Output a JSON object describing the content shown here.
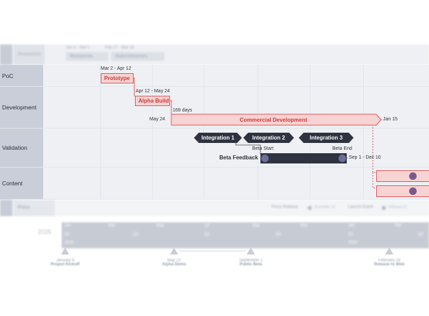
{
  "header": {
    "resources_label": "Resources",
    "date_range_1": "Jan 4 - Mar 1",
    "date_range_2": "Feb 27 - Mar 16",
    "chip_1": "Resources",
    "chip_2": "Subcontractors"
  },
  "lanes": [
    {
      "label": "PoC"
    },
    {
      "label": "Development"
    },
    {
      "label": "Validation"
    },
    {
      "label": "Content"
    }
  ],
  "tasks": {
    "prototype": {
      "label": "Prototype",
      "dates": "Mar 2 - Apr 12"
    },
    "alpha_build": {
      "label": "Alpha Build",
      "dates": "Apr 12 - May 24"
    },
    "commercial": {
      "label": "Commercial Development",
      "duration": "169 days",
      "start": "May 24",
      "end": "Jan 15"
    },
    "integration_1": "Integration 1",
    "integration_2": "Integration 2",
    "integration_3": "Integration 3",
    "beta_feedback": {
      "label": "Beta Feedback",
      "start": "Beta Start",
      "end": "Beta End",
      "dates": "Sep 1 - Dec 10"
    }
  },
  "press_lane": {
    "label": "Press",
    "press_release": "Press Release",
    "press_release_date": "November 16",
    "launch_event": "Launch Event",
    "launch_event_date": "February 22"
  },
  "timescale": {
    "year_label": "2025",
    "months": [
      "Jan",
      "Mar",
      "May",
      "Jul",
      "Sep",
      "Nov",
      "Jan",
      "Mar"
    ],
    "quarters": [
      "Q1",
      "Q2",
      "Q3",
      "Q4",
      "Q1",
      "Q2"
    ],
    "years": [
      "2023",
      "2024"
    ]
  },
  "milestones": [
    {
      "date": "January 9",
      "label": "Project Kickoff"
    },
    {
      "date": "May 22",
      "label": "Alpha Demo"
    },
    {
      "date": "September 1",
      "label": "Public Beta"
    },
    {
      "date": "February 28",
      "label": "Release to Web"
    }
  ],
  "colors": {
    "task_red": "#e05a5a",
    "task_red_fill": "#f7d3d3",
    "dark_milestone": "#2f3340",
    "lane_label_bg": "#c9ced8",
    "beta_dot": "#6b6f9a",
    "content_dot": "#7a5a8a"
  }
}
